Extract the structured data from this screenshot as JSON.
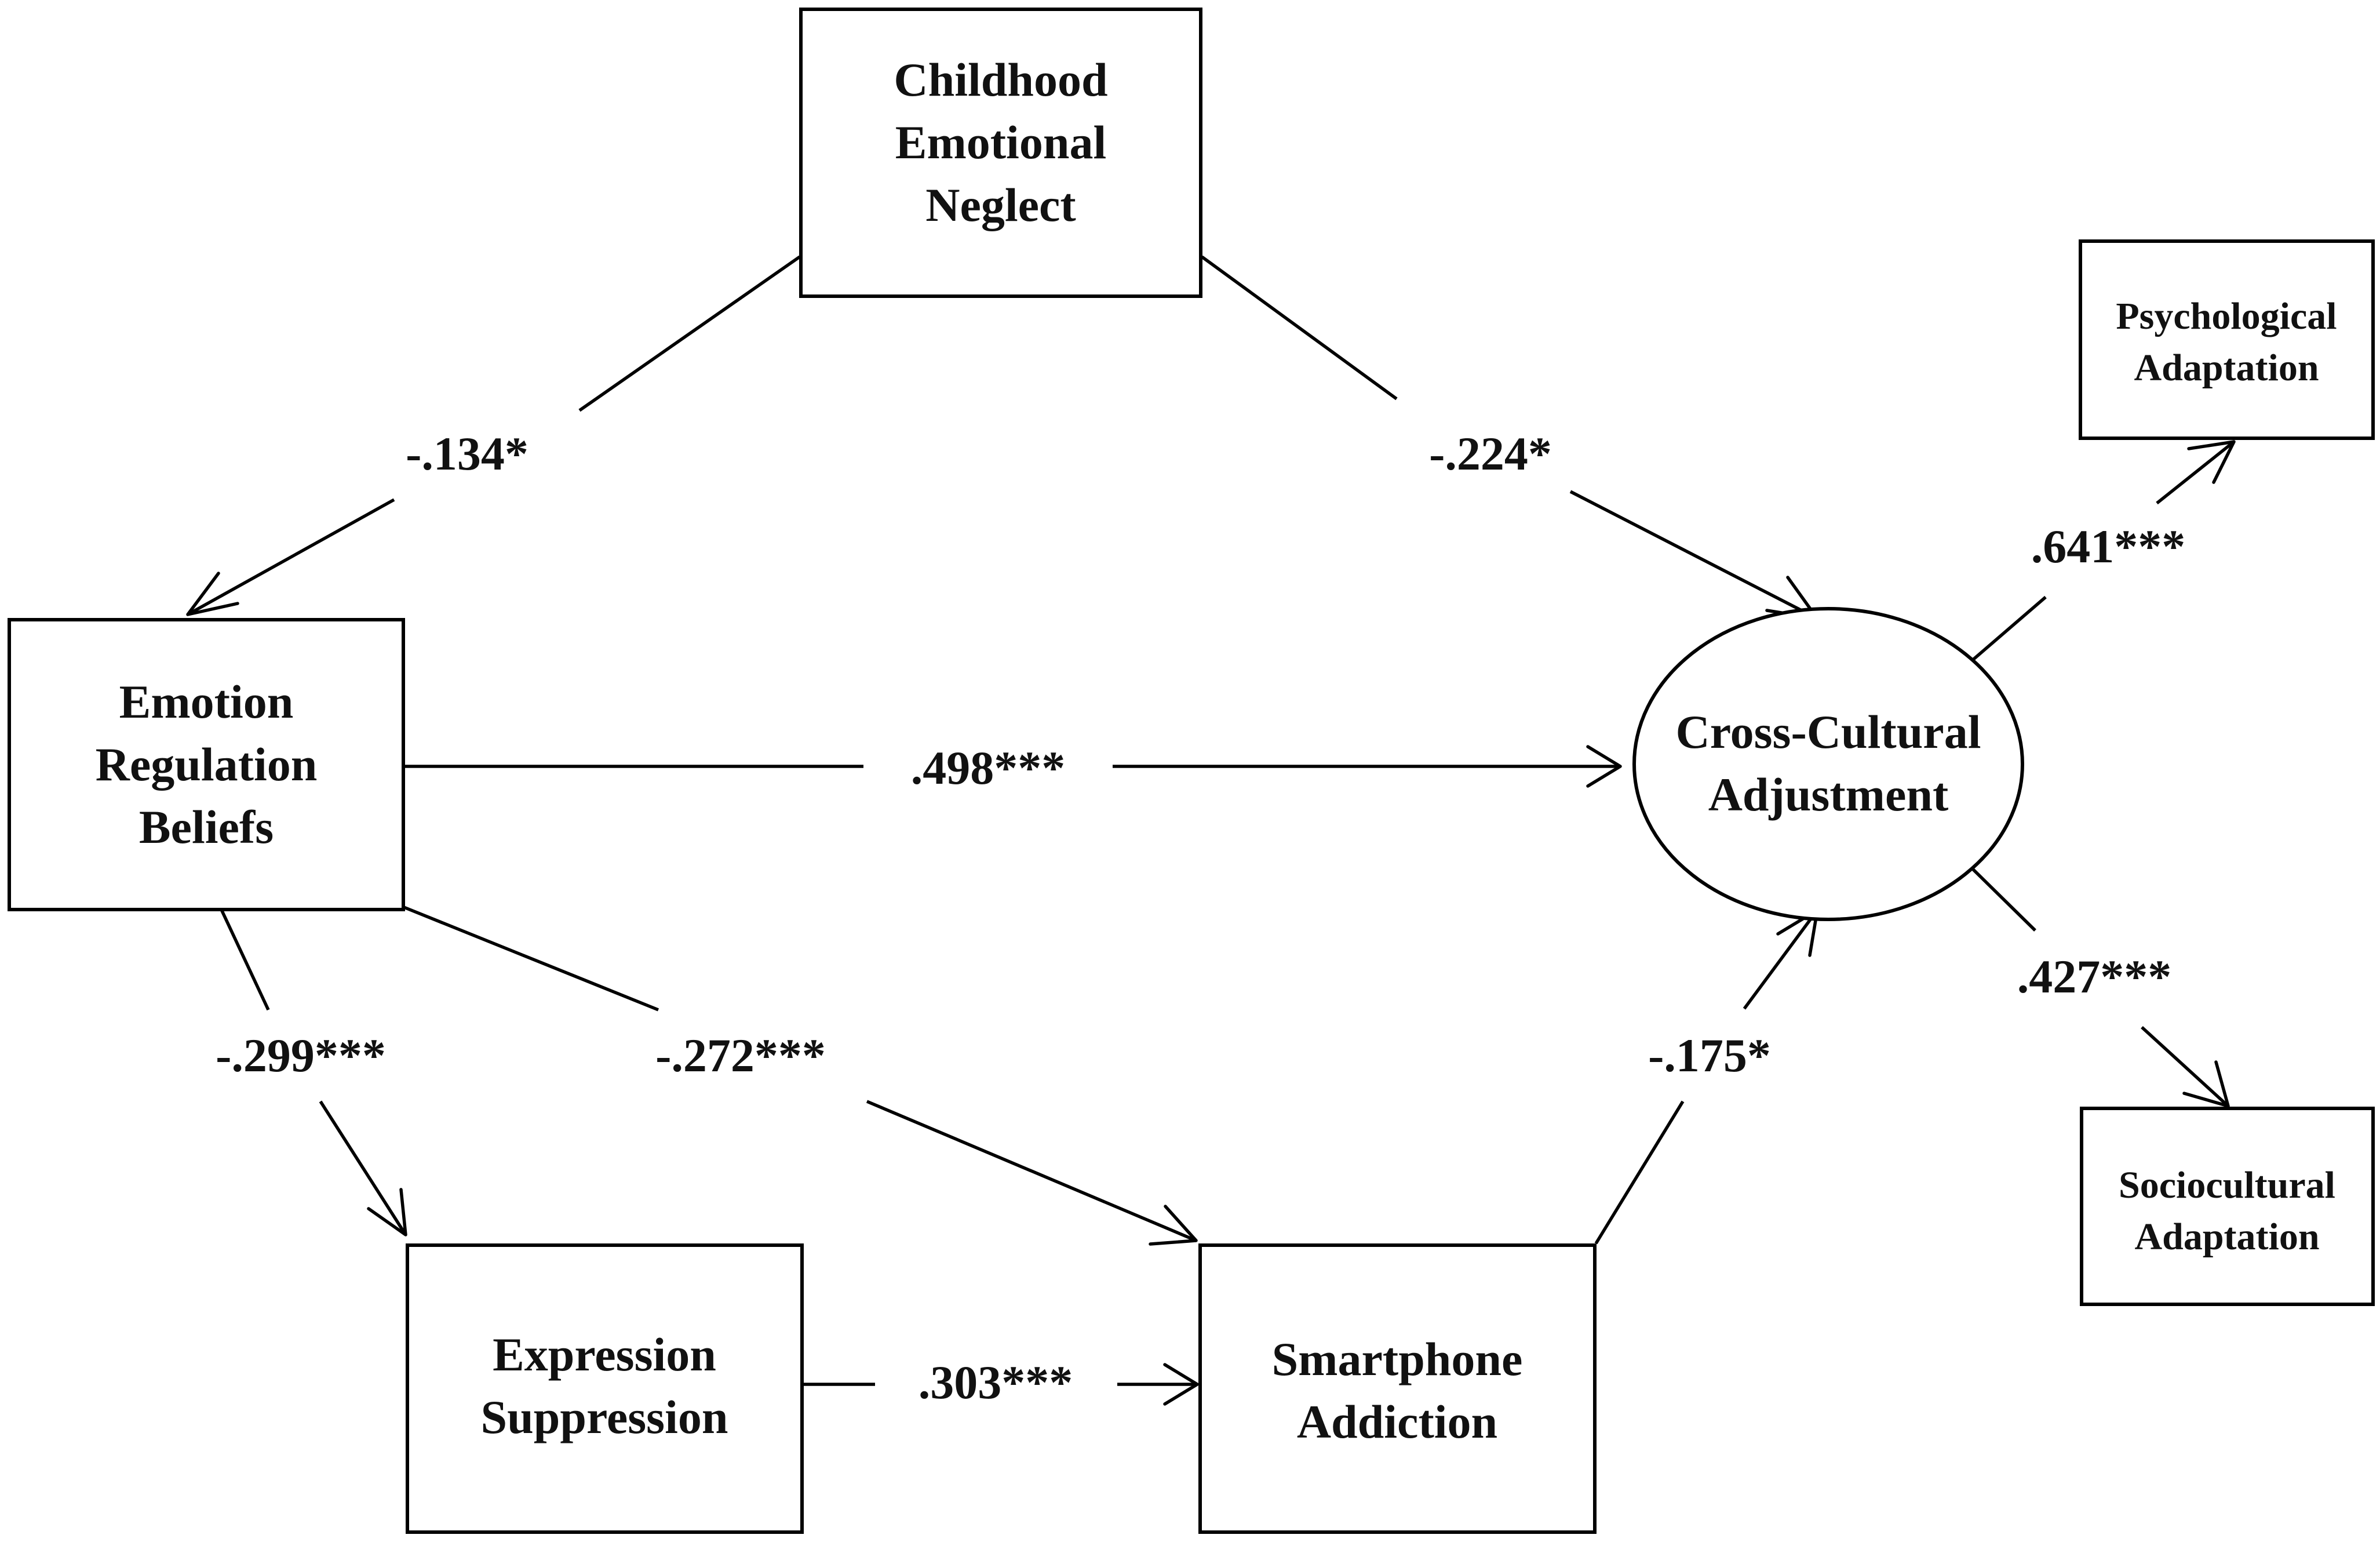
{
  "nodes": {
    "childhood_neglect": {
      "lines": [
        "Childhood",
        "Emotional",
        "Neglect"
      ],
      "shape": "rectangle"
    },
    "emotion_regulation": {
      "lines": [
        "Emotion",
        "Regulation",
        "Beliefs"
      ],
      "shape": "rectangle"
    },
    "expression_suppression": {
      "lines": [
        "Expression",
        "Suppression"
      ],
      "shape": "rectangle"
    },
    "smartphone_addiction": {
      "lines": [
        "Smartphone",
        "Addiction"
      ],
      "shape": "rectangle"
    },
    "cross_cultural": {
      "lines": [
        "Cross-Cultural",
        "Adjustment"
      ],
      "shape": "ellipse"
    },
    "psychological": {
      "lines": [
        "Psychological",
        "Adaptation"
      ],
      "shape": "rectangle"
    },
    "sociocultural": {
      "lines": [
        "Sociocultural",
        "Adaptation"
      ],
      "shape": "rectangle"
    }
  },
  "paths": {
    "cen_to_erb": {
      "from": "Childhood Emotional Neglect",
      "to": "Emotion Regulation Beliefs",
      "coefficient": "-.134*"
    },
    "cen_to_cca": {
      "from": "Childhood Emotional Neglect",
      "to": "Cross-Cultural Adjustment",
      "coefficient": "-.224*"
    },
    "erb_to_cca": {
      "from": "Emotion Regulation Beliefs",
      "to": "Cross-Cultural Adjustment",
      "coefficient": ".498***"
    },
    "erb_to_es": {
      "from": "Emotion Regulation Beliefs",
      "to": "Expression Suppression",
      "coefficient": "-.299***"
    },
    "erb_to_sa": {
      "from": "Emotion Regulation Beliefs",
      "to": "Smartphone Addiction",
      "coefficient": "-.272***"
    },
    "es_to_sa": {
      "from": "Expression Suppression",
      "to": "Smartphone Addiction",
      "coefficient": ".303***"
    },
    "sa_to_cca": {
      "from": "Smartphone Addiction",
      "to": "Cross-Cultural Adjustment",
      "coefficient": "-.175*"
    },
    "cca_to_psy": {
      "from": "Cross-Cultural Adjustment",
      "to": "Psychological Adaptation",
      "coefficient": ".641***"
    },
    "cca_to_soc": {
      "from": "Cross-Cultural Adjustment",
      "to": "Sociocultural Adaptation",
      "coefficient": ".427***"
    }
  }
}
